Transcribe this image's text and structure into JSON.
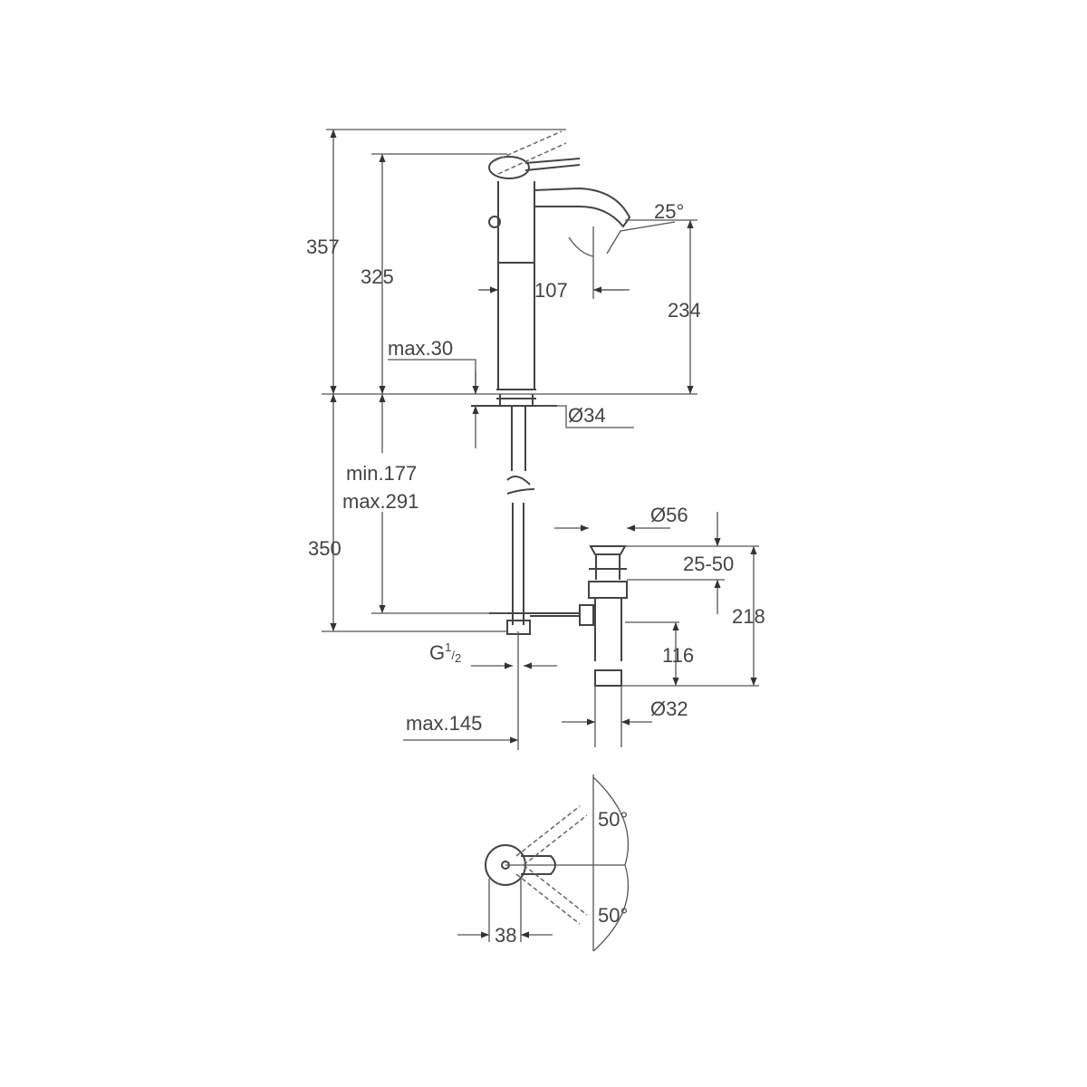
{
  "drawing": {
    "line_color": "#444444",
    "background": "#ffffff",
    "side_view": {
      "total_height": "357",
      "body_height": "325",
      "spout_height": "234",
      "spout_reach": "107",
      "spout_angle": "25°",
      "max_deck_thickness": "max.30",
      "base_diameter": "Ø34",
      "hose_min": "min.177",
      "hose_max": "max.291",
      "below_deck": "350",
      "connection_g": "G",
      "connection_fraction_num": "1",
      "connection_fraction_den": "2",
      "max_offset": "max.145"
    },
    "waste": {
      "top_diameter": "Ø56",
      "range": "25-50",
      "height": "218",
      "tail_height": "116",
      "tail_diameter": "Ø32"
    },
    "top_view": {
      "angle_top": "50°",
      "angle_bottom": "50°",
      "width": "38"
    }
  }
}
